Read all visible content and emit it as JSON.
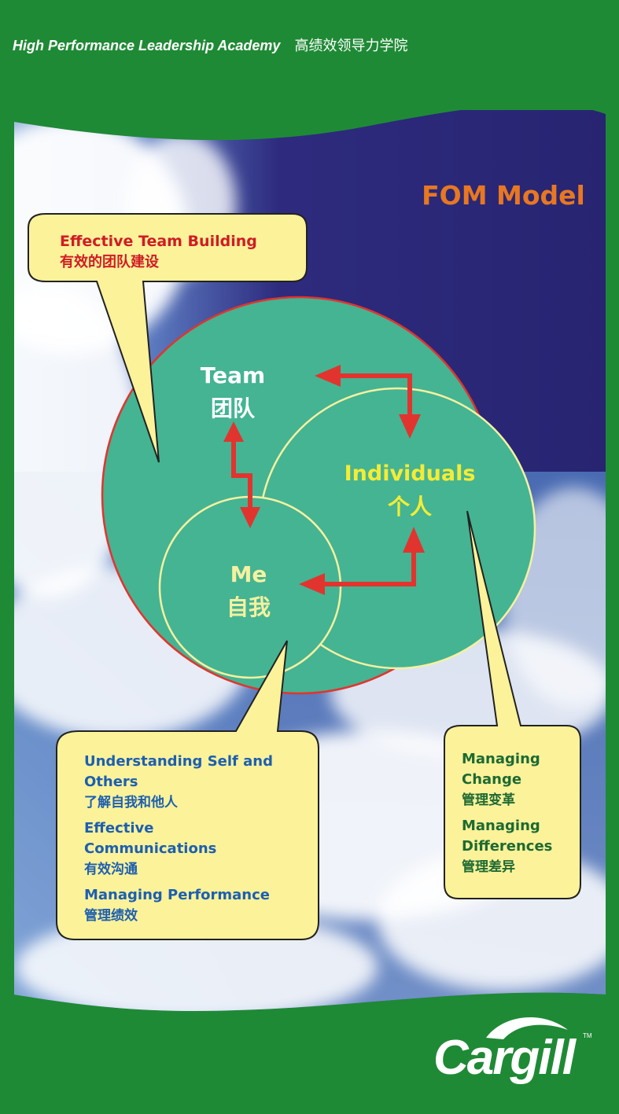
{
  "header": {
    "title_en": "High Performance Leadership Academy",
    "title_cn": "高绩效领导力学院"
  },
  "diagram": {
    "title": "FOM Model",
    "circles": {
      "team": {
        "en": "Team",
        "cn": "团队"
      },
      "individuals": {
        "en": "Individuals",
        "cn": "个人"
      },
      "me": {
        "en": "Me",
        "cn": "自我"
      }
    },
    "callouts": {
      "team_building": {
        "en": "Effective Team Building",
        "cn": "有效的团队建设"
      },
      "self": [
        {
          "en1": "Understanding Self and",
          "en2": "Others",
          "cn": "了解自我和他人"
        },
        {
          "en1": "Effective",
          "en2": "Communications",
          "cn": "有效沟通"
        },
        {
          "en1": "Managing Performance",
          "cn": "管理绩效"
        }
      ],
      "individuals": [
        {
          "en1": "Managing",
          "en2": "Change",
          "cn": "管理变革"
        },
        {
          "en1": "Managing",
          "en2": "Differences",
          "cn": "管理差异"
        }
      ]
    }
  },
  "brand": {
    "logo": "Cargill",
    "tm": "TM"
  },
  "colors": {
    "frame_green": "#1f8a35",
    "circle_green": "#44b493",
    "callout_yellow": "#fbf29a",
    "arrow_red": "#e2342e",
    "title_orange": "#e87722",
    "team_building_red": "#d01c24",
    "self_blue": "#1d5fb0",
    "individuals_green": "#1d6a32",
    "individuals_label_yellow": "#f5ec35"
  }
}
